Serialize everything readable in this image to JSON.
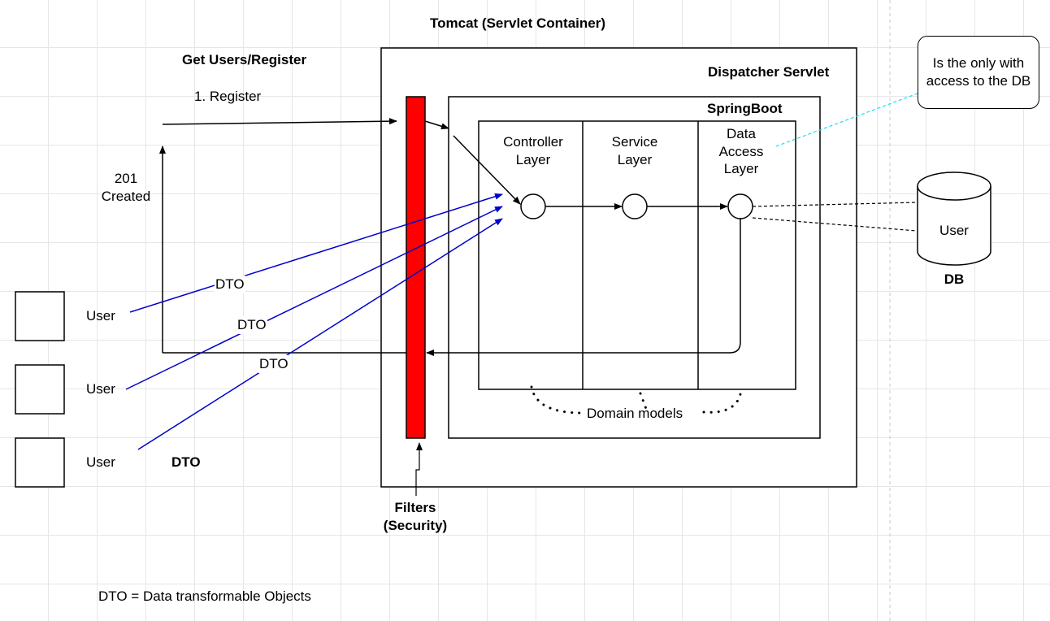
{
  "title": "Tomcat (Servlet Container)",
  "request_heading": "Get Users/Register",
  "request_step": "1. Register",
  "response_label": "201\nCreated",
  "dispatcher_label": "Dispatcher Servlet",
  "springboot_label": "SpringBoot",
  "layers": [
    {
      "label": "Controller\nLayer"
    },
    {
      "label": "Service\nLayer"
    },
    {
      "label": "Data\nAccess\nLayer"
    }
  ],
  "domain_models_label": "Domain models",
  "filters_label": "Filters\n(Security)",
  "callout_text": "Is the only with\naccess to the DB",
  "db_label": "DB",
  "db_entity": "User",
  "users": [
    {
      "label": "User"
    },
    {
      "label": "User"
    },
    {
      "label": "User"
    }
  ],
  "dto_labels": [
    "DTO",
    "DTO",
    "DTO"
  ],
  "dto_bold_label": "DTO",
  "footnote": "DTO = Data transformable Objects",
  "colors": {
    "filter_fill": "#ff0000",
    "dto_arrow": "#0000cc",
    "callout_link": "#00e5ff"
  }
}
